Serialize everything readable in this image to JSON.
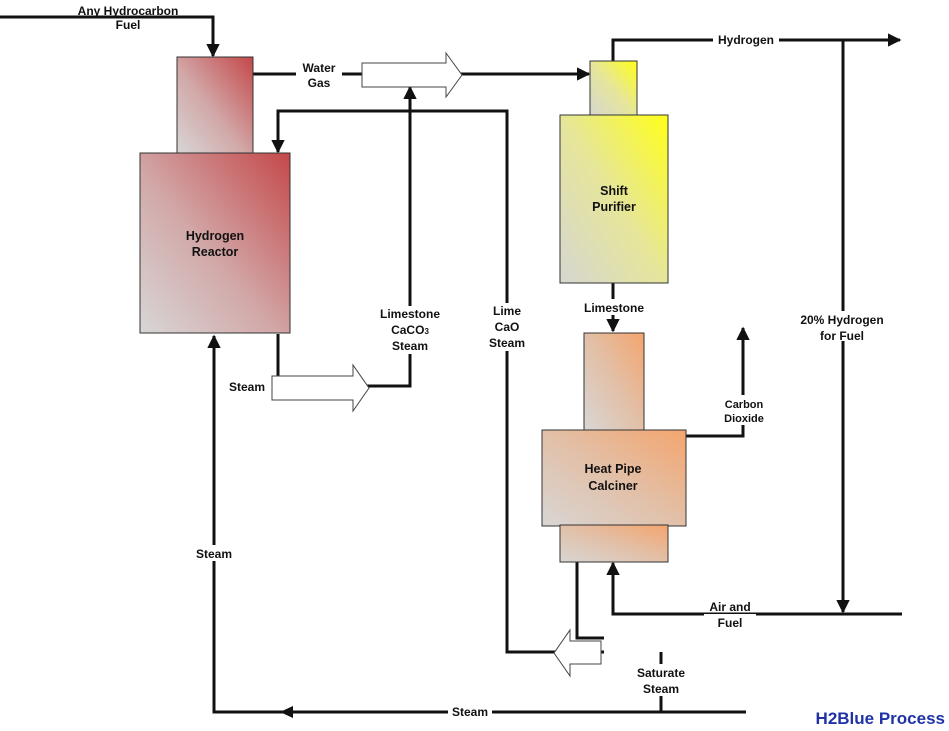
{
  "title": "H2Blue Process",
  "colors": {
    "reactor": "#c4484a",
    "purifier": "#ffff1a",
    "calciner": "#f4a56e",
    "vessel_base": "#d2d2d2",
    "line": "#111111",
    "title": "#1f33a6"
  },
  "units": {
    "reactor": [
      "Hydrogen",
      "Reactor"
    ],
    "purifier": [
      "Shift",
      "Purifier"
    ],
    "calciner": [
      "Heat Pipe",
      "Calciner"
    ]
  },
  "labels": {
    "fuel_in": [
      "Any Hydrocarbon",
      "Fuel"
    ],
    "water_gas": [
      "Water",
      "Gas"
    ],
    "hydrogen": "Hydrogen",
    "hydrogen_fuel": [
      "20% Hydrogen",
      "for Fuel"
    ],
    "limestone_out": "Limestone",
    "limestone_mix": [
      "Limestone",
      "CaCO",
      "3",
      "Steam"
    ],
    "lime": [
      "Lime",
      "CaO",
      "Steam"
    ],
    "co2": [
      "Carbon",
      "Dioxide"
    ],
    "air_fuel": [
      "Air and",
      "Fuel"
    ],
    "saturate_steam": [
      "Saturate",
      "Steam"
    ],
    "steam_left": "Steam",
    "steam_bottom": "Steam",
    "steam_reactor_out": "Steam"
  }
}
